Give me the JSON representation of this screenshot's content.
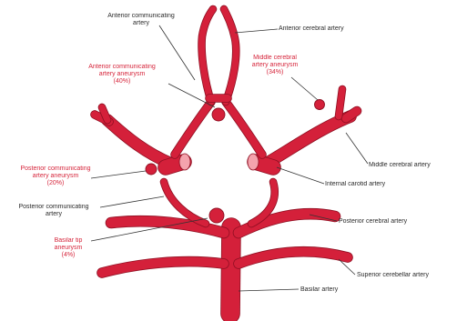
{
  "colors": {
    "artery": "#d4203a",
    "artery_dark": "#8f0f22",
    "vessel_end": "#f4a3ad",
    "leader": "#333333",
    "text": "#2a2a2a",
    "aneurysm_text": "#d6253b"
  },
  "labels": {
    "anterior_communicating_artery": "Anterior communicating\nartery",
    "anterior_cerebral_artery": "Anterior cerebral artery",
    "acom_aneurysm": "Anterior communicating\nartery aneurysm\n(40%)",
    "mca_aneurysm": "Middle cerebral\nartery aneurysm\n(34%)",
    "middle_cerebral_artery": "Middle cerebral artery",
    "pcom_aneurysm": "Posterior communicating\nartery aneurysm\n(20%)",
    "internal_carotid_artery": "Internal carotid artery",
    "posterior_communicating_artery": "Posterior communicating\nartery",
    "posterior_cerebral_artery": "Posterior cerebral artery",
    "basilar_tip_aneurysm": "Basilar tip\naneurysm\n(4%)",
    "superior_cerebellar_artery": "Superior cerebellar artery",
    "basilar_artery": "Basilar artery"
  }
}
